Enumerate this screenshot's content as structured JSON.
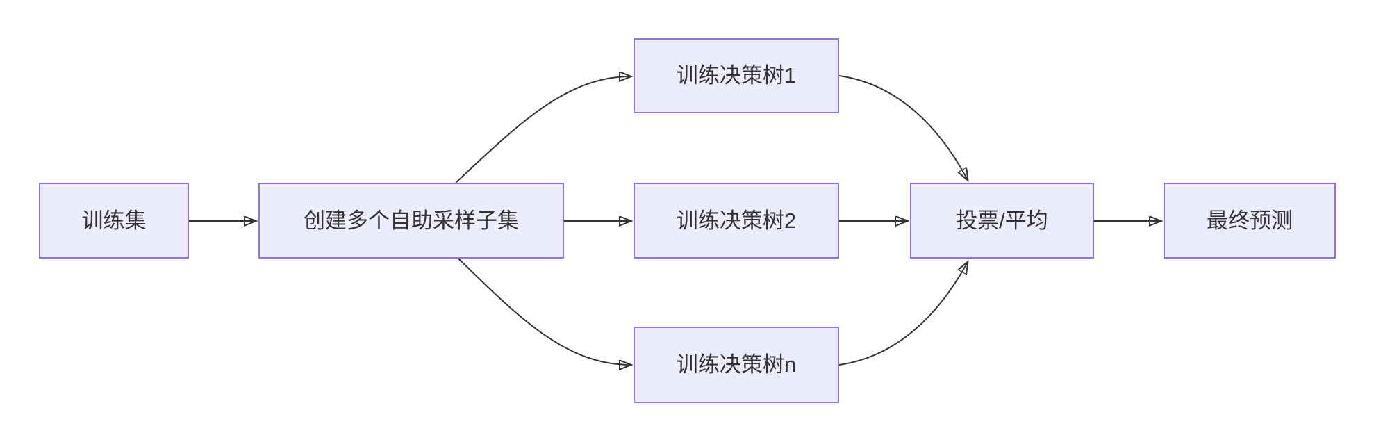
{
  "diagram": {
    "type": "flowchart",
    "direction": "left-to-right",
    "colors": {
      "background": "#ffffff",
      "node_fill": "#ECECFF",
      "node_border": "#9370DB",
      "edge_line": "#333333",
      "text": "#333333"
    },
    "nodes": [
      {
        "id": "training-set",
        "label": "训练集"
      },
      {
        "id": "bootstrap",
        "label": "创建多个自助采样子集"
      },
      {
        "id": "tree-1",
        "label": "训练决策树1"
      },
      {
        "id": "tree-2",
        "label": "训练决策树2"
      },
      {
        "id": "tree-n",
        "label": "训练决策树n"
      },
      {
        "id": "vote-average",
        "label": "投票/平均"
      },
      {
        "id": "final-prediction",
        "label": "最终预测"
      }
    ],
    "edges": [
      {
        "from": "training-set",
        "to": "bootstrap"
      },
      {
        "from": "bootstrap",
        "to": "tree-1"
      },
      {
        "from": "bootstrap",
        "to": "tree-2"
      },
      {
        "from": "bootstrap",
        "to": "tree-n"
      },
      {
        "from": "tree-1",
        "to": "vote-average"
      },
      {
        "from": "tree-2",
        "to": "vote-average"
      },
      {
        "from": "tree-n",
        "to": "vote-average"
      },
      {
        "from": "vote-average",
        "to": "final-prediction"
      }
    ]
  }
}
